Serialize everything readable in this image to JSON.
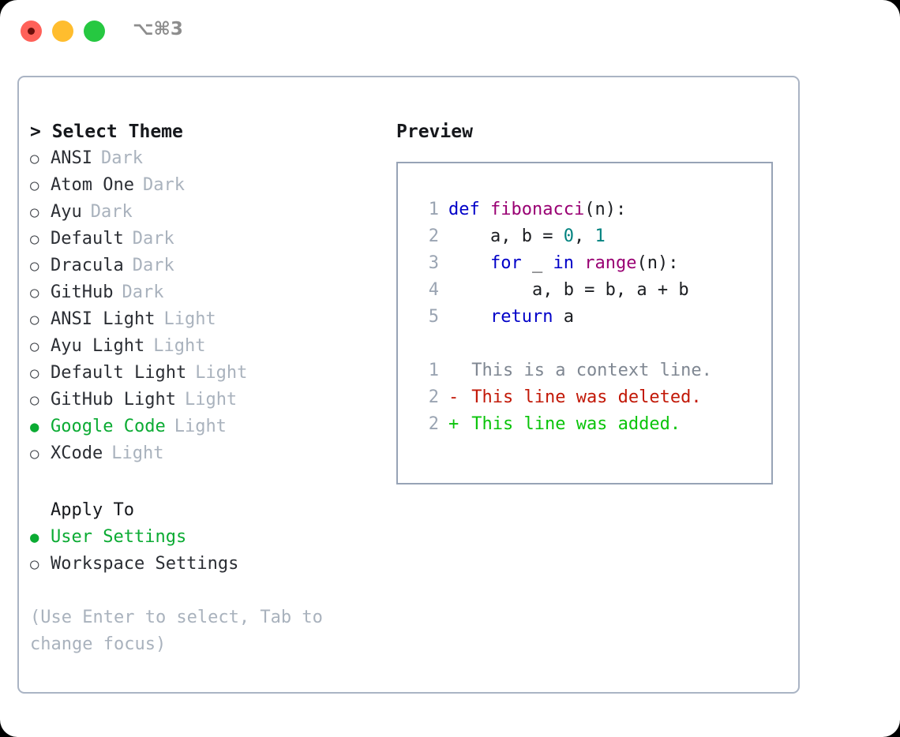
{
  "window": {
    "shortcut_label": "⌥⌘3",
    "traffic_lights": [
      {
        "name": "close",
        "color": "#ff6159"
      },
      {
        "name": "minimize",
        "color": "#ffbd2e"
      },
      {
        "name": "maximize",
        "color": "#26c841"
      }
    ]
  },
  "theme_picker": {
    "heading": "> Select Theme",
    "selected_theme": "Google Code",
    "bullet_selected": "●",
    "bullet_unselected": "○",
    "accent_color": "#0bab33",
    "items": [
      {
        "label": "ANSI",
        "kind": "Dark",
        "selected": false
      },
      {
        "label": "Atom One",
        "kind": "Dark",
        "selected": false
      },
      {
        "label": "Ayu",
        "kind": "Dark",
        "selected": false
      },
      {
        "label": "Default",
        "kind": "Dark",
        "selected": false
      },
      {
        "label": "Dracula",
        "kind": "Dark",
        "selected": false
      },
      {
        "label": "GitHub",
        "kind": "Dark",
        "selected": false
      },
      {
        "label": "ANSI Light",
        "kind": "Light",
        "selected": false
      },
      {
        "label": "Ayu Light",
        "kind": "Light",
        "selected": false
      },
      {
        "label": "Default Light",
        "kind": "Light",
        "selected": false
      },
      {
        "label": "GitHub Light",
        "kind": "Light",
        "selected": false
      },
      {
        "label": "Google Code",
        "kind": "Light",
        "selected": true
      },
      {
        "label": "XCode",
        "kind": "Light",
        "selected": false
      }
    ]
  },
  "apply_to": {
    "heading": "Apply To",
    "items": [
      {
        "label": "User Settings",
        "selected": true
      },
      {
        "label": "Workspace Settings",
        "selected": false
      }
    ]
  },
  "hint": "(Use Enter to select, Tab to change focus)",
  "preview": {
    "title": "Preview",
    "code_lines": [
      {
        "number": "1",
        "tokens": [
          {
            "text": "def ",
            "type": "kw"
          },
          {
            "text": "fibonacci",
            "type": "fn"
          },
          {
            "text": "(n):",
            "type": "plain"
          }
        ]
      },
      {
        "number": "2",
        "tokens": [
          {
            "text": "    a, b = ",
            "type": "plain"
          },
          {
            "text": "0",
            "type": "num"
          },
          {
            "text": ", ",
            "type": "plain"
          },
          {
            "text": "1",
            "type": "num"
          }
        ]
      },
      {
        "number": "3",
        "tokens": [
          {
            "text": "    ",
            "type": "plain"
          },
          {
            "text": "for",
            "type": "kw"
          },
          {
            "text": " _ ",
            "type": "plain"
          },
          {
            "text": "in",
            "type": "kw"
          },
          {
            "text": " ",
            "type": "plain"
          },
          {
            "text": "range",
            "type": "fn"
          },
          {
            "text": "(n):",
            "type": "plain"
          }
        ]
      },
      {
        "number": "4",
        "tokens": [
          {
            "text": "        a, b = b, a + b",
            "type": "plain"
          }
        ]
      },
      {
        "number": "5",
        "tokens": [
          {
            "text": "    ",
            "type": "plain"
          },
          {
            "text": "return",
            "type": "kw"
          },
          {
            "text": " a",
            "type": "plain"
          }
        ]
      }
    ],
    "diff_lines": [
      {
        "number": "1",
        "prefix": " ",
        "text": "This is a context line.",
        "type": "ctx"
      },
      {
        "number": "2",
        "prefix": "-",
        "text": "This line was deleted.",
        "type": "del"
      },
      {
        "number": "2",
        "prefix": "+",
        "text": "This line was added.",
        "type": "add"
      }
    ],
    "syntax_colors": {
      "keyword": "#0000c8",
      "function": "#990073",
      "number": "#00827f",
      "plain": "#1b1d21",
      "line_number": "#9aa4b2",
      "diff_context": "#7f8792",
      "diff_deleted": "#c21807",
      "diff_added": "#0ac40a"
    }
  }
}
